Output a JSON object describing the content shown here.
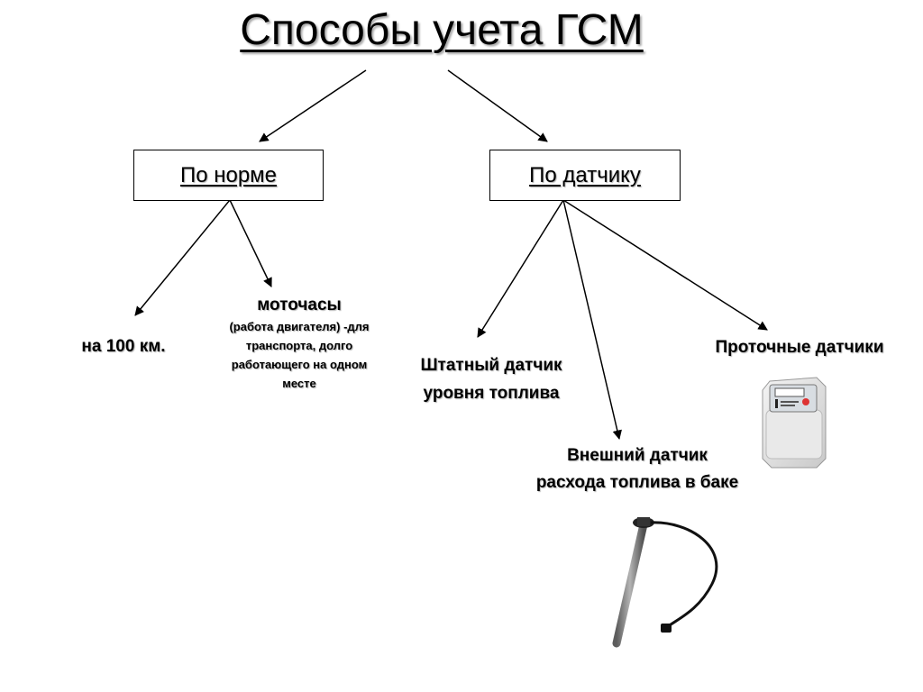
{
  "title": "Способы учета ГСМ",
  "branches": {
    "norm": {
      "label": "По норме",
      "per_100km": "на 100 км.",
      "moto_title": "моточасы",
      "moto_desc": "(работа двигателя) -для транспорта, долго работающего на одном месте"
    },
    "sensor": {
      "label": "По датчику",
      "standard": "Штатный датчик уровня топлива",
      "external": "Внешний датчик расхода топлива в баке",
      "flow": "Проточные датчики"
    }
  }
}
